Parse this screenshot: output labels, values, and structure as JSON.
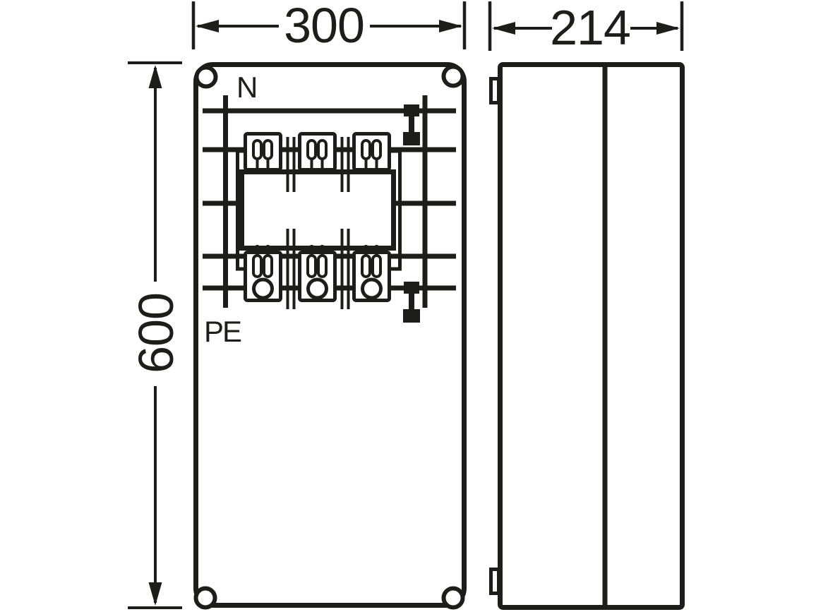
{
  "colors": {
    "ink": "#1d1d1b",
    "paper": "#ffffff"
  },
  "dims": {
    "width": "300",
    "depth": "214",
    "height": "600"
  },
  "front_view": {
    "neutral_label": "N",
    "earth_label": "PE"
  }
}
